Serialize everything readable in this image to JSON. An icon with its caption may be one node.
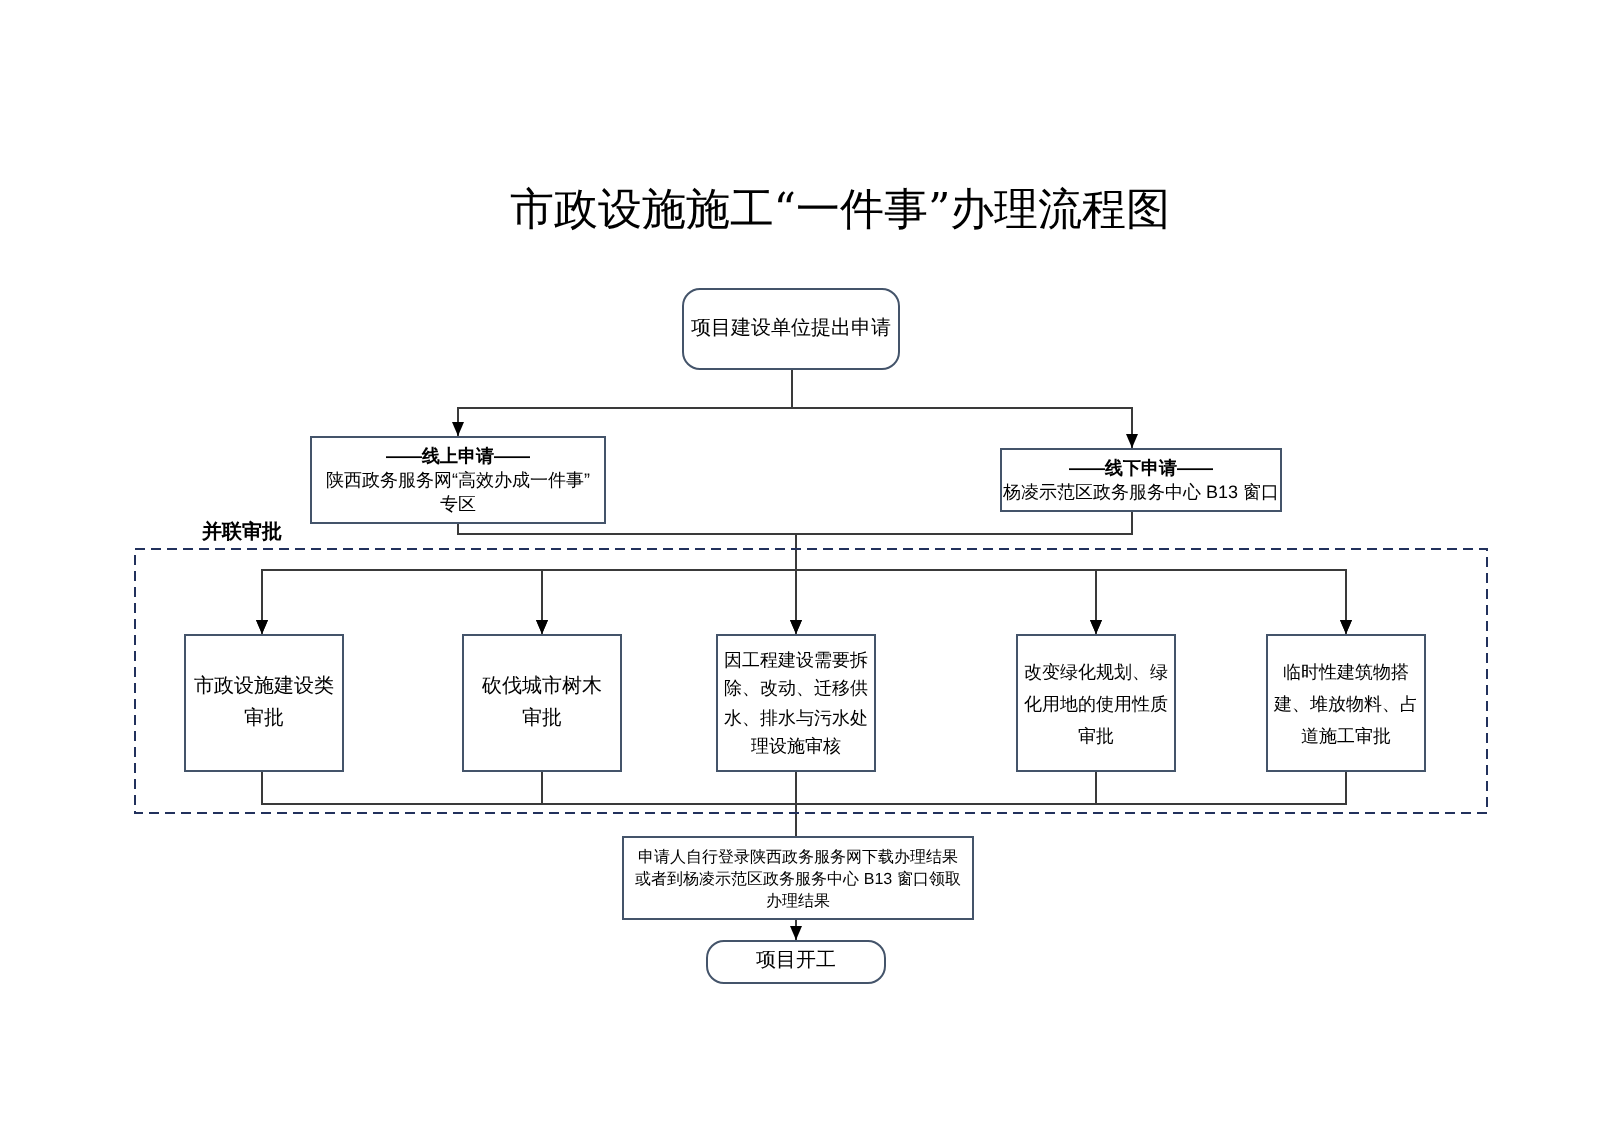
{
  "diagram": {
    "title": "市政设施施工“一件事”办理流程图",
    "nodes": [
      {
        "text": [
          "项目建设单位提出申请"
        ]
      },
      {
        "text": [
          "——线上申请——",
          "陕西政务服务网“高效办成一件事”专区"
        ]
      },
      {
        "text": [
          "——线下申请——",
          "杨凌示范区政务服务中心 B13 窗口"
        ]
      },
      {
        "text": [
          "并联审批"
        ]
      },
      {
        "text": [
          "市政设施建设类审批"
        ],
        "in": 3
      },
      {
        "text": [
          "砍伐城市树木审批"
        ],
        "in": 3
      },
      {
        "text": [
          "因工程建设需要拆除、改动、迁移供水、排水与污水处理设施审核"
        ],
        "in": 3
      },
      {
        "text": [
          "改变绿化规划、绿化用地的使用性质审批"
        ],
        "in": 3
      },
      {
        "text": [
          "临时性建筑物搭建、堆放物料、占道施工审批"
        ],
        "in": 3
      },
      {
        "text": [
          "申请人自行登录陕西政务服务网下载办理结果或者到杨凌示范区政务服务中心 B13 窗口领取办理结果"
        ]
      },
      {
        "text": [
          "项目开工"
        ]
      }
    ],
    "edges": [
      {
        "from": 0,
        "to": 1,
        "arrow": "to"
      },
      {
        "from": 0,
        "to": 2,
        "arrow": "to"
      },
      {
        "from": 1,
        "to": 4,
        "arrow": "to"
      },
      {
        "from": 1,
        "to": 5,
        "arrow": "to"
      },
      {
        "from": 1,
        "to": 6,
        "arrow": "to"
      },
      {
        "from": 1,
        "to": 7,
        "arrow": "to"
      },
      {
        "from": 1,
        "to": 8,
        "arrow": "to"
      },
      {
        "from": 2,
        "to": 4,
        "arrow": "to"
      },
      {
        "from": 2,
        "to": 5,
        "arrow": "to"
      },
      {
        "from": 2,
        "to": 6,
        "arrow": "to"
      },
      {
        "from": 2,
        "to": 7,
        "arrow": "to"
      },
      {
        "from": 2,
        "to": 8,
        "arrow": "to"
      },
      {
        "from": 4,
        "to": 9,
        "arrow": "none"
      },
      {
        "from": 5,
        "to": 9,
        "arrow": "none"
      },
      {
        "from": 6,
        "to": 9,
        "arrow": "none"
      },
      {
        "from": 7,
        "to": 9,
        "arrow": "none"
      },
      {
        "from": 8,
        "to": 9,
        "arrow": "none"
      },
      {
        "from": 9,
        "to": 10,
        "arrow": "to"
      }
    ]
  }
}
